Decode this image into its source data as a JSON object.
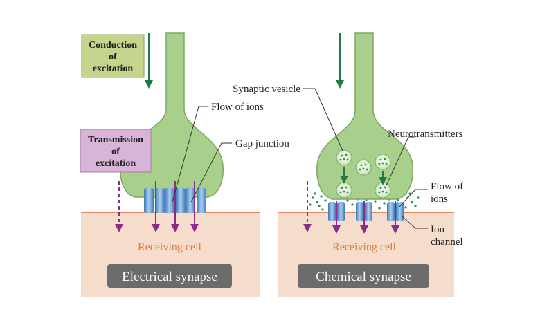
{
  "boxes": {
    "conduction": {
      "line1": "Conduction",
      "line2": "of",
      "line3": "excitation"
    },
    "transmission": {
      "line1": "Transmission",
      "line2": "of",
      "line3": "excitation"
    }
  },
  "labels": {
    "flow_of_ions_left": "Flow of ions",
    "gap_junction": "Gap junction",
    "synaptic_vesicle": "Synaptic vesicle",
    "neurotransmitters": "Neurotransmitters",
    "flow_of_ions_right_1": "Flow of",
    "flow_of_ions_right_2": "ions",
    "ion_channel_1": "Ion",
    "ion_channel_2": "channel",
    "receiving_cell_left": "Receiving cell",
    "receiving_cell_right": "Receiving cell"
  },
  "titles": {
    "electrical": "Electrical synapse",
    "chemical": "Chemical synapse"
  },
  "colors": {
    "neuron_fill": "#a9cf8d",
    "neuron_stroke": "#7aa862",
    "receiving_fill": "#f6dccb",
    "receiving_edge": "#e0856a",
    "conduction_box": "#c4d68e",
    "transmission_box": "#d8b4d8",
    "arrow_green": "#1f7a45",
    "arrow_purple": "#8a2c8c",
    "channel_blue": "#6aa6d8",
    "receiving_text": "#e07a3c",
    "title_box": "#6b6b6b"
  }
}
